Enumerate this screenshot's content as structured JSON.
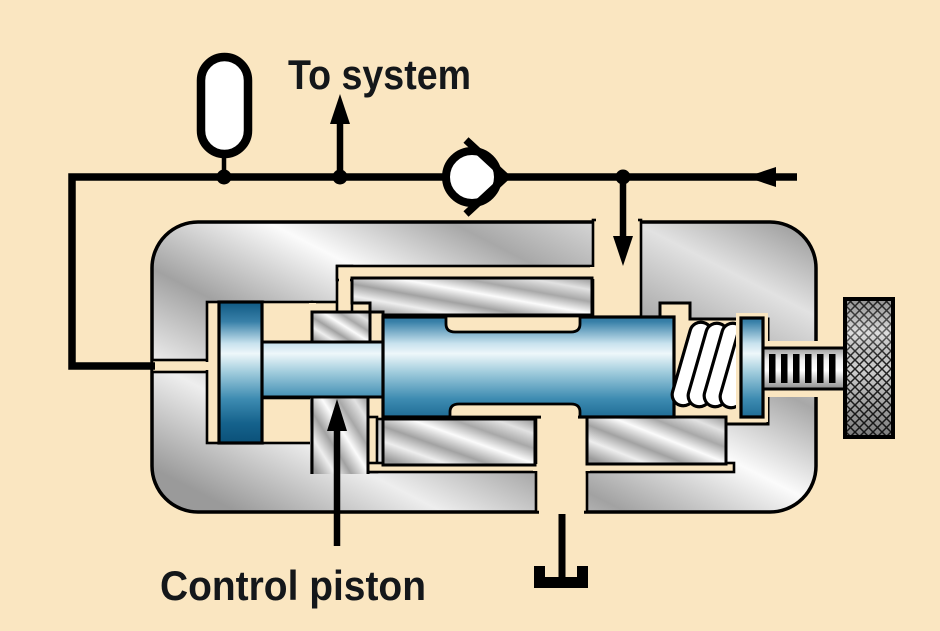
{
  "labels": {
    "to_system": "To system",
    "control_piston": "Control piston"
  },
  "colors": {
    "background": "#FAE6C1",
    "piston_blue_dark": "#0B557E",
    "piston_blue_light": "#EEF7FA",
    "metal_light": "#FBFBFB",
    "metal_dark": "#939393",
    "line_black": "#000000",
    "text": "#14171A"
  },
  "components": [
    "accumulator",
    "check-valve",
    "to-system-arrow",
    "return-flow-arrow",
    "pilot-down-arrow",
    "valve-body",
    "control-piston",
    "piston-spring",
    "spring-seat",
    "adjusting-screw",
    "knurled-knob",
    "tank-drain"
  ]
}
